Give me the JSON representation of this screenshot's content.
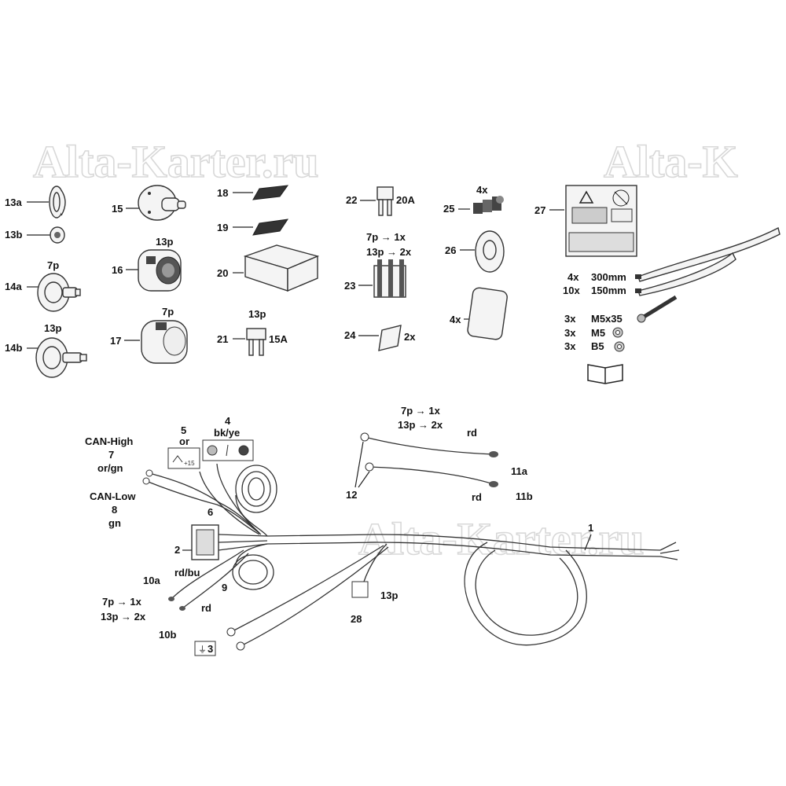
{
  "watermark": {
    "text_left": "Alta-Karter.ru",
    "text_right": "Alta-K",
    "text_center": "Alta-Karter.ru"
  },
  "parts": {
    "p13a": "13a",
    "p13b": "13b",
    "p14a": "14a",
    "p14a_note": "7p",
    "p14b": "14b",
    "p14b_note": "13p",
    "p15": "15",
    "p16": "16",
    "p16_note": "13p",
    "p17": "17",
    "p17_note": "7p",
    "p18": "18",
    "p19": "19",
    "p20": "20",
    "p21": "21",
    "p21_note": "13p",
    "p21_fuse": "15A",
    "p22": "22",
    "p22_fuse": "20A",
    "p23": "23",
    "p23_note1": "7p → 1x",
    "p23_note2": "13p → 2x",
    "p24": "24",
    "p24_qty": "2x",
    "p25": "25",
    "p25_qty": "4x",
    "p26": "26",
    "p26_qty": "4x",
    "p27": "27",
    "ties_qty1": "4x",
    "ties_size1": "300mm",
    "ties_qty2": "10x",
    "ties_size2": "150mm",
    "screw_qty1": "3x",
    "screw_size1": "M5x35",
    "screw_qty2": "3x",
    "screw_size2": "M5",
    "screw_qty3": "3x",
    "screw_size3": "B5"
  },
  "harness": {
    "w1": "1",
    "w2": "2",
    "w3": "3",
    "w4": "4",
    "w4_color": "bk/ye",
    "w5": "5",
    "w5_color": "or",
    "w6": "6",
    "w7_name": "CAN-High",
    "w7": "7",
    "w7_color": "or/gn",
    "w8_name": "CAN-Low",
    "w8": "8",
    "w8_color": "gn",
    "w9": "9",
    "w9_color": "rd/bu",
    "rd_label": "rd",
    "w10a": "10a",
    "w10b": "10b",
    "w10_note1": "7p → 1x",
    "w10_note2": "13p → 2x",
    "w11a": "11a",
    "w11b": "11b",
    "w11_color_a": "rd",
    "w11_color_b": "rd",
    "w11_note1": "7p → 1x",
    "w11_note2": "13p → 2x",
    "w12": "12",
    "w28": "28",
    "w28_note": "13p",
    "w5_symbol": "+15"
  }
}
